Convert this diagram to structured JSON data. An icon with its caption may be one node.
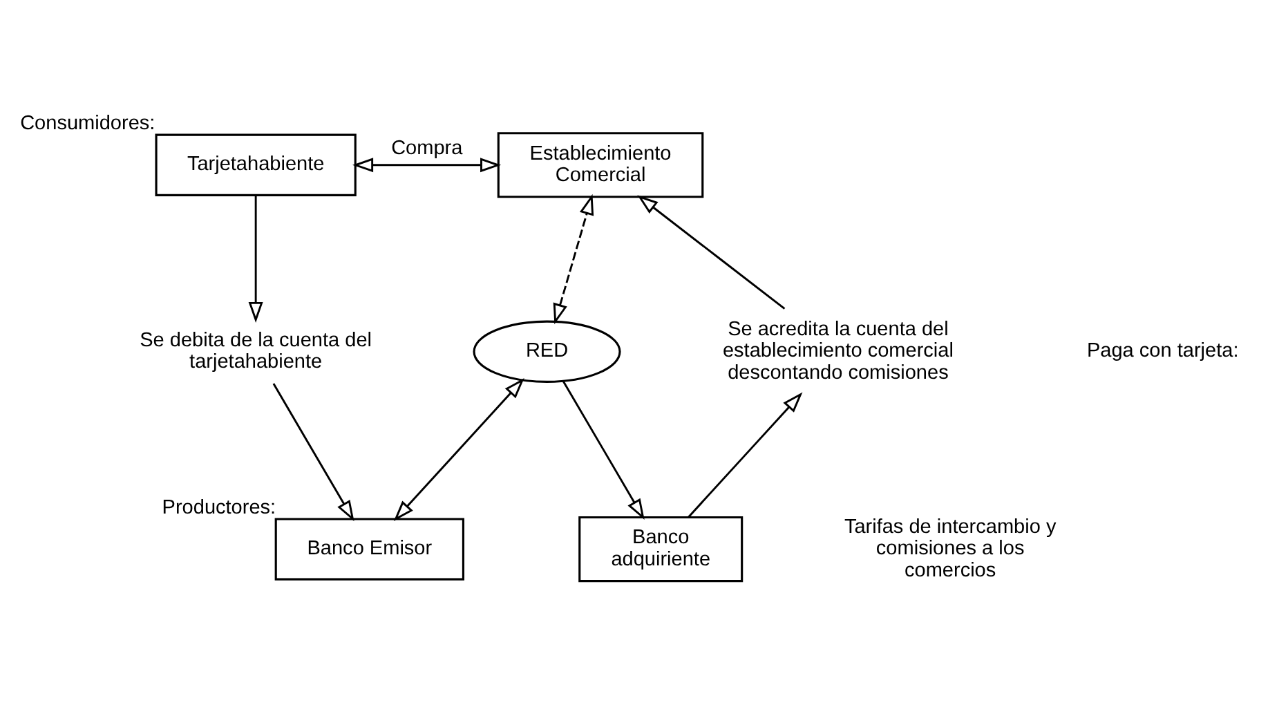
{
  "diagram": {
    "nodes": [
      {
        "text": [
          "Tarjetahabiente"
        ],
        "beside": [
          "Consumidores:"
        ]
      },
      {
        "text": [
          "Establecimiento Comercial"
        ]
      },
      {
        "text": [
          "Se debita de la cuenta del tarjetahabiente"
        ]
      },
      {
        "text": [
          "RED"
        ]
      },
      {
        "text": [
          "Se acredita la cuenta del establecimiento comercial descontando comisiones"
        ]
      },
      {
        "text": [
          "Banco Emisor"
        ],
        "beside": [
          "Productores:"
        ]
      },
      {
        "text": [
          "Banco adquiriente"
        ]
      }
    ],
    "edges": [
      {
        "from": 0,
        "to": 1,
        "arrow": "both",
        "label": "Compra"
      },
      {
        "from": 0,
        "to": 2,
        "arrow": "to"
      },
      {
        "from": 2,
        "to": 5,
        "arrow": "to"
      },
      {
        "from": 5,
        "to": 3,
        "arrow": "both"
      },
      {
        "from": 3,
        "to": 6,
        "arrow": "to"
      },
      {
        "from": 6,
        "to": 4,
        "arrow": "to"
      },
      {
        "from": 4,
        "to": 1,
        "arrow": "to"
      },
      {
        "from": 3,
        "to": 1,
        "arrow": "both",
        "style": "dashed"
      }
    ],
    "labels": [
      "Paga con tarjeta:",
      "Tarifas de intercambio y comisiones a los comercios"
    ]
  }
}
